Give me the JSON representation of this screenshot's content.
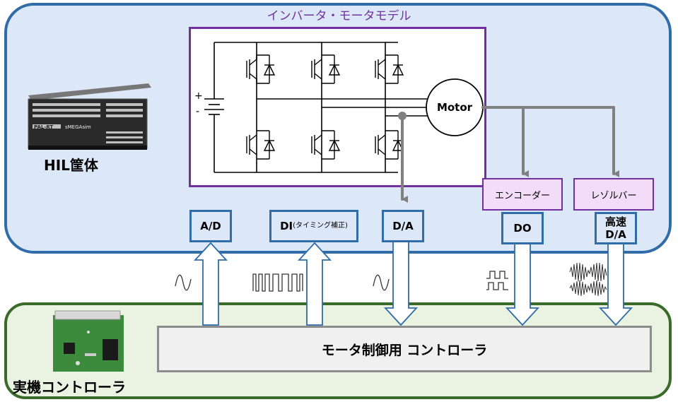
{
  "model_title": "インバータ・モータモデル",
  "hil_label": "HIL筐体",
  "controller_label": "実機コントローラ",
  "controller_box": "モータ制御用 コントローラ",
  "motor_label": "Motor",
  "plus_sign": "+",
  "minus_sign": "-",
  "io": {
    "ad": "A/D",
    "di_main": "DI",
    "di_sub": "(タイミング補正)",
    "da": "D/A",
    "do": "DO",
    "hs_da_line1": "高速",
    "hs_da_line2": "D/A"
  },
  "sensors": {
    "encoder": "エンコーダー",
    "resolver": "レゾルバー"
  },
  "hil_device_text": {
    "brand": "PAL-RT",
    "model": "sMEGAsim"
  },
  "colors": {
    "hil_border": "#2f6ca8",
    "hil_fill": "#dce8f7",
    "model_border": "#7030a0",
    "controller_border": "#3a6b2a",
    "controller_fill": "#eaf3e1",
    "signal_gray": "#808080"
  }
}
